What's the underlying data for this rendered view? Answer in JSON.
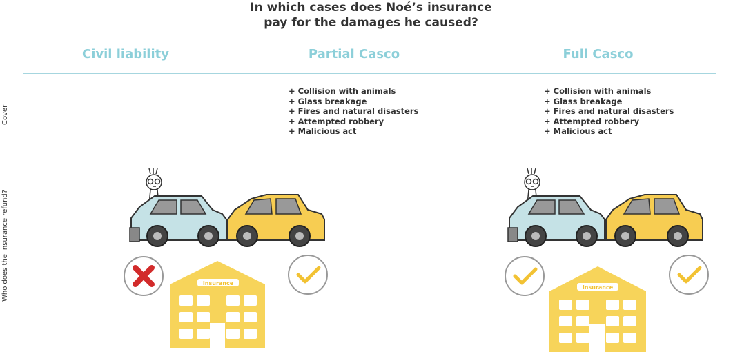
{
  "title_line1": "In which cases does Noé’s insurance",
  "title_line2": "pay for the damages he caused?",
  "columns": [
    {
      "label": "Civil liability",
      "cover": [],
      "verdict": "not covered"
    },
    {
      "label": "Partial Casco",
      "cover": [
        "+ Collision with animals",
        "+ Glass breakage",
        "+ Fires and natural disasters",
        "+ Attempted robbery",
        "+ Malicious act"
      ],
      "verdict": "partially covered"
    },
    {
      "label": "Full Casco",
      "cover": [
        "+ Collision with animals",
        "+ Glass breakage",
        "+ Fires and natural disasters",
        "+ Attempted robbery",
        "+ Malicious act"
      ],
      "verdict": "fully covered"
    }
  ],
  "row_labels": {
    "cover": "Cover",
    "refund": "Who does the insurance refund?"
  },
  "building_label": "Insurance",
  "colors": {
    "header": "#8ccfd9",
    "grid_line": "#a6d6df",
    "car_blue": "#c5e2e6",
    "car_yellow": "#f7cd52",
    "building": "#f7d45a",
    "check": "#f2c233",
    "cross": "#d22b2b"
  },
  "icons": [
    "check-icon",
    "cross-icon",
    "building-icon",
    "car-icon",
    "person-icon"
  ]
}
